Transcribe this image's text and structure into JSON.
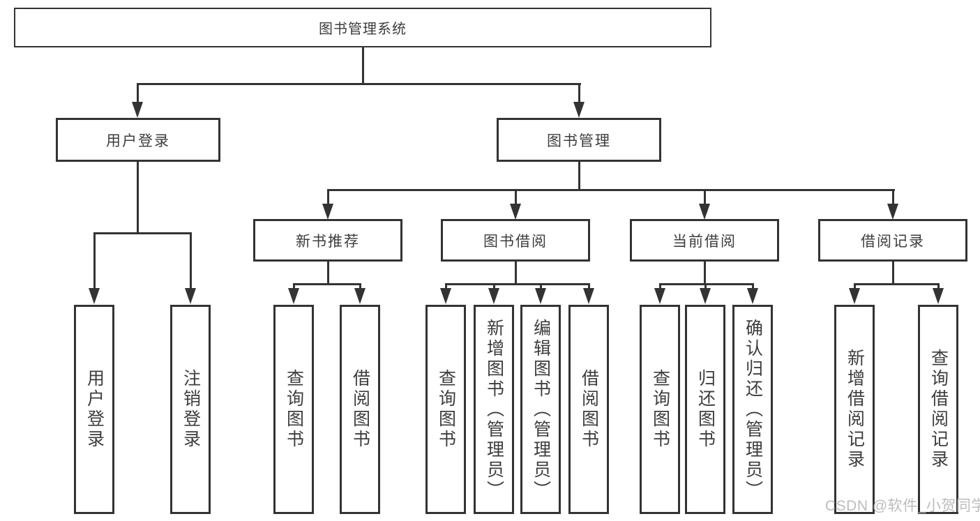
{
  "diagram": {
    "root": {
      "label": "图书管理系统"
    },
    "branches": [
      {
        "label": "用户登录",
        "leaves": [
          {
            "label": "用户登录"
          },
          {
            "label": "注销登录"
          }
        ]
      },
      {
        "label": "图书管理",
        "groups": [
          {
            "label": "新书推荐",
            "leaves": [
              {
                "label": "查询图书"
              },
              {
                "label": "借阅图书"
              }
            ]
          },
          {
            "label": "图书借阅",
            "leaves": [
              {
                "label": "查询图书"
              },
              {
                "label": "新增图书（管理员）"
              },
              {
                "label": "编辑图书（管理员）"
              },
              {
                "label": "借阅图书"
              }
            ]
          },
          {
            "label": "当前借阅",
            "leaves": [
              {
                "label": "查询图书"
              },
              {
                "label": "归还图书"
              },
              {
                "label": "确认归还（管理员）"
              }
            ]
          },
          {
            "label": "借阅记录",
            "leaves": [
              {
                "label": "新增借阅记录"
              },
              {
                "label": "查询借阅记录"
              }
            ]
          }
        ]
      }
    ]
  },
  "watermark": {
    "text": "CSDN @软件_小贺同学"
  },
  "colors": {
    "line": "#333333",
    "text": "#3d3d3d",
    "background": "#ffffff",
    "watermark": "#b5b5b5"
  }
}
